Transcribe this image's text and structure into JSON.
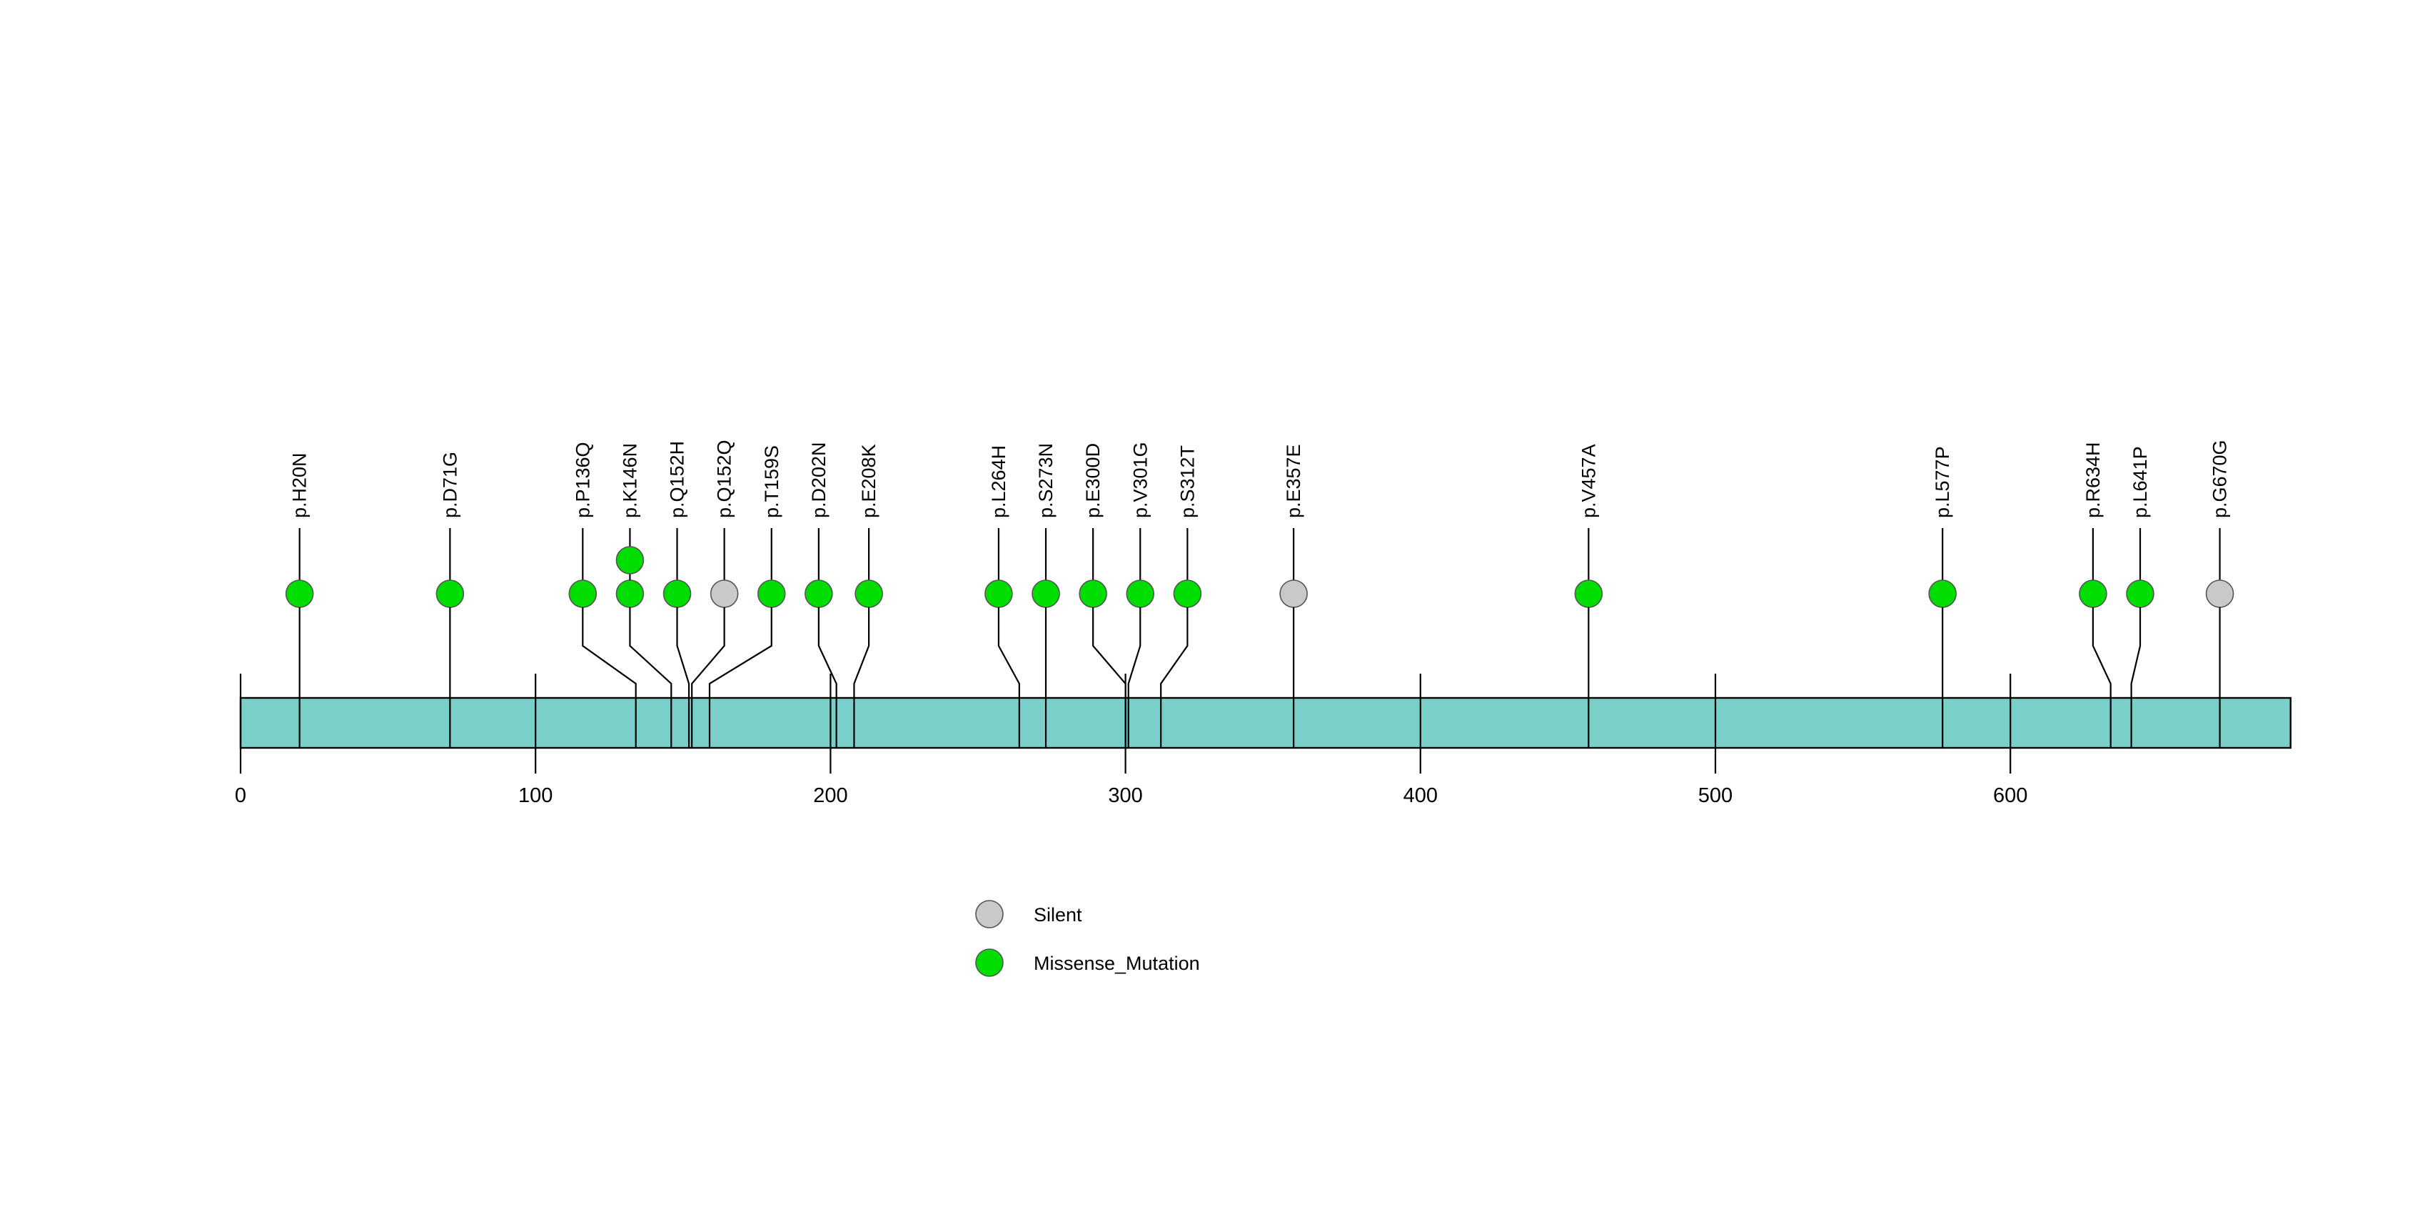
{
  "chart_data": {
    "type": "lollipop",
    "title": "",
    "xlabel": "",
    "ylabel": "",
    "xlim": [
      0,
      695
    ],
    "protein_length": 695,
    "protein_bar": {
      "color": "#7ACFC9",
      "border_color": "#000000",
      "start": 0,
      "end": 695
    },
    "axis": {
      "ticks": [
        0,
        100,
        200,
        300,
        400,
        500,
        600
      ],
      "tick_labels": [
        "0",
        "100",
        "200",
        "300",
        "400",
        "500",
        "600"
      ]
    },
    "legend": {
      "position": "bottom-center",
      "entries": [
        {
          "label": "Silent",
          "color": "#C9C9C9"
        },
        {
          "label": "Missense_Mutation",
          "color": "#00DD00"
        }
      ]
    },
    "mutations": [
      {
        "label": "p.H20N",
        "position": 20,
        "type": "Missense_Mutation",
        "color": "#00DD00",
        "count": 1,
        "stem_kink": false
      },
      {
        "label": "p.D71G",
        "position": 71,
        "type": "Missense_Mutation",
        "color": "#00DD00",
        "count": 1,
        "stem_kink": false
      },
      {
        "label": "p.P136Q",
        "position": 116,
        "type": "Missense_Mutation",
        "color": "#00DD00",
        "count": 1,
        "stem_kink": true,
        "anchor": 134
      },
      {
        "label": "p.K146N",
        "position": 132,
        "type": "Missense_Mutation",
        "color": "#00DD00",
        "count": 2,
        "stem_kink": true,
        "anchor": 146
      },
      {
        "label": "p.Q152H",
        "position": 148,
        "type": "Missense_Mutation",
        "color": "#00DD00",
        "count": 1,
        "stem_kink": true,
        "anchor": 152
      },
      {
        "label": "p.Q152Q",
        "position": 164,
        "type": "Silent",
        "color": "#C9C9C9",
        "count": 1,
        "stem_kink": true,
        "anchor": 153
      },
      {
        "label": "p.T159S",
        "position": 180,
        "type": "Missense_Mutation",
        "color": "#00DD00",
        "count": 1,
        "stem_kink": true,
        "anchor": 159
      },
      {
        "label": "p.D202N",
        "position": 196,
        "type": "Missense_Mutation",
        "color": "#00DD00",
        "count": 1,
        "stem_kink": true,
        "anchor": 202
      },
      {
        "label": "p.E208K",
        "position": 213,
        "type": "Missense_Mutation",
        "color": "#00DD00",
        "count": 1,
        "stem_kink": true,
        "anchor": 208
      },
      {
        "label": "p.L264H",
        "position": 257,
        "type": "Missense_Mutation",
        "color": "#00DD00",
        "count": 1,
        "stem_kink": true,
        "anchor": 264
      },
      {
        "label": "p.S273N",
        "position": 273,
        "type": "Missense_Mutation",
        "color": "#00DD00",
        "count": 1,
        "stem_kink": false
      },
      {
        "label": "p.E300D",
        "position": 289,
        "type": "Missense_Mutation",
        "color": "#00DD00",
        "count": 1,
        "stem_kink": true,
        "anchor": 300
      },
      {
        "label": "p.V301G",
        "position": 305,
        "type": "Missense_Mutation",
        "color": "#00DD00",
        "count": 1,
        "stem_kink": true,
        "anchor": 301
      },
      {
        "label": "p.S312T",
        "position": 321,
        "type": "Missense_Mutation",
        "color": "#00DD00",
        "count": 1,
        "stem_kink": true,
        "anchor": 312
      },
      {
        "label": "p.E357E",
        "position": 357,
        "type": "Silent",
        "color": "#C9C9C9",
        "count": 1,
        "stem_kink": false
      },
      {
        "label": "p.V457A",
        "position": 457,
        "type": "Missense_Mutation",
        "color": "#00DD00",
        "count": 1,
        "stem_kink": false
      },
      {
        "label": "p.L577P",
        "position": 577,
        "type": "Missense_Mutation",
        "color": "#00DD00",
        "count": 1,
        "stem_kink": false
      },
      {
        "label": "p.R634H",
        "position": 628,
        "type": "Missense_Mutation",
        "color": "#00DD00",
        "count": 1,
        "stem_kink": true,
        "anchor": 634
      },
      {
        "label": "p.L641P",
        "position": 644,
        "type": "Missense_Mutation",
        "color": "#00DD00",
        "count": 1,
        "stem_kink": true,
        "anchor": 641
      },
      {
        "label": "p.G670G",
        "position": 671,
        "type": "Silent",
        "color": "#C9C9C9",
        "count": 1,
        "stem_kink": false
      }
    ]
  }
}
